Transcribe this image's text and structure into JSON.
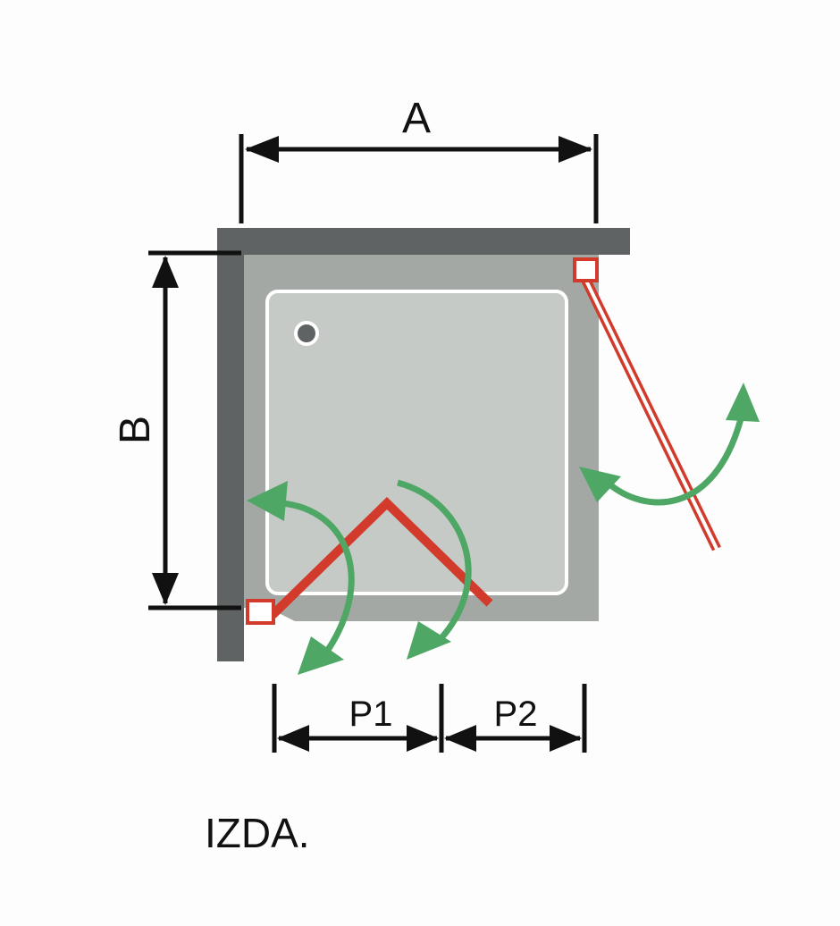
{
  "diagram": {
    "dimension_a": "A",
    "dimension_b": "B",
    "dimension_p1": "P1",
    "dimension_p2": "P2",
    "orientation_label": "IZDA."
  },
  "colors": {
    "wall": "#5f6364",
    "tray_outer": "#a3a8a5",
    "tray_inner": "#c6cac6",
    "door": "#d23a2c",
    "arrow": "#4ea764",
    "dimension": "#111111"
  }
}
